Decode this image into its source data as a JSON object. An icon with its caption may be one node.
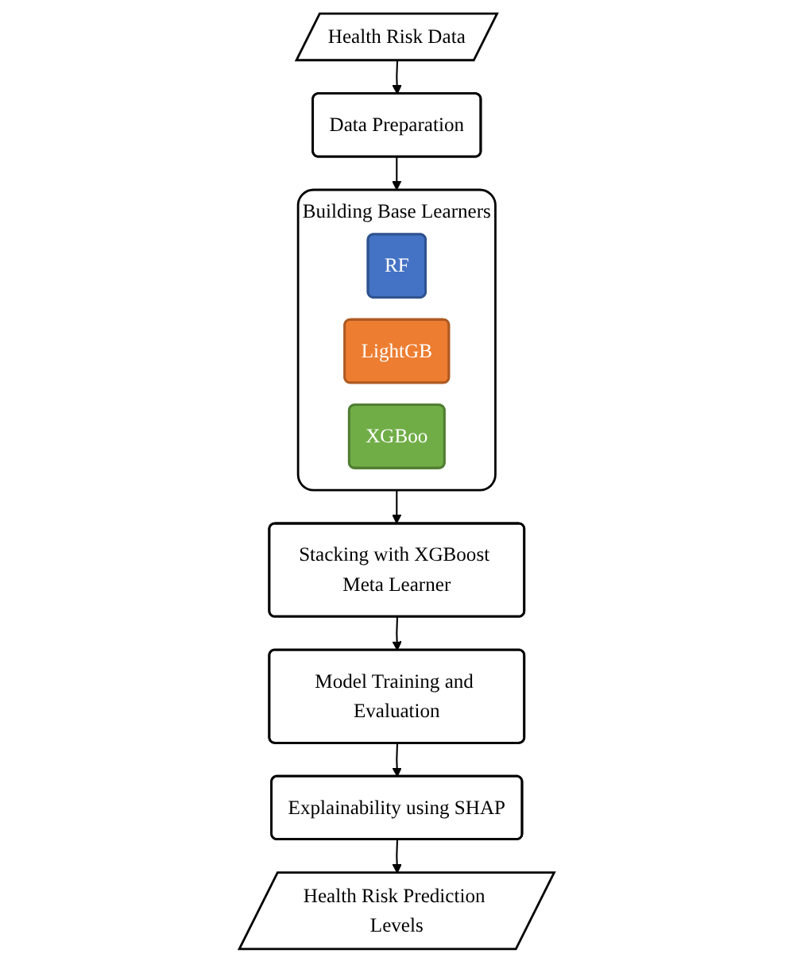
{
  "diagram": {
    "nodes": [
      {
        "text": [
          "Health Risk Data"
        ]
      },
      {
        "text": [
          "Data Preparation"
        ]
      },
      {
        "text": [
          "Building Base Learners"
        ]
      },
      {
        "text": [
          "RF"
        ],
        "in": 2
      },
      {
        "text": [
          "LightGB"
        ],
        "in": 2
      },
      {
        "text": [
          "XGBoo"
        ],
        "in": 2
      },
      {
        "text": [
          "Stacking with XGBoost Meta Learner"
        ]
      },
      {
        "text": [
          "Model Training and Evaluation"
        ]
      },
      {
        "text": [
          "Explainability using SHAP"
        ]
      },
      {
        "text": [
          "Health Risk Prediction Levels"
        ]
      }
    ],
    "edges": [
      {
        "from": 0,
        "to": 1,
        "arrow": "to"
      },
      {
        "from": 1,
        "to": 2,
        "arrow": "to"
      },
      {
        "from": 2,
        "to": 6,
        "arrow": "to"
      },
      {
        "from": 6,
        "to": 7,
        "arrow": "to"
      },
      {
        "from": 7,
        "to": 8,
        "arrow": "to"
      },
      {
        "from": 8,
        "to": 9,
        "arrow": "to"
      }
    ]
  }
}
